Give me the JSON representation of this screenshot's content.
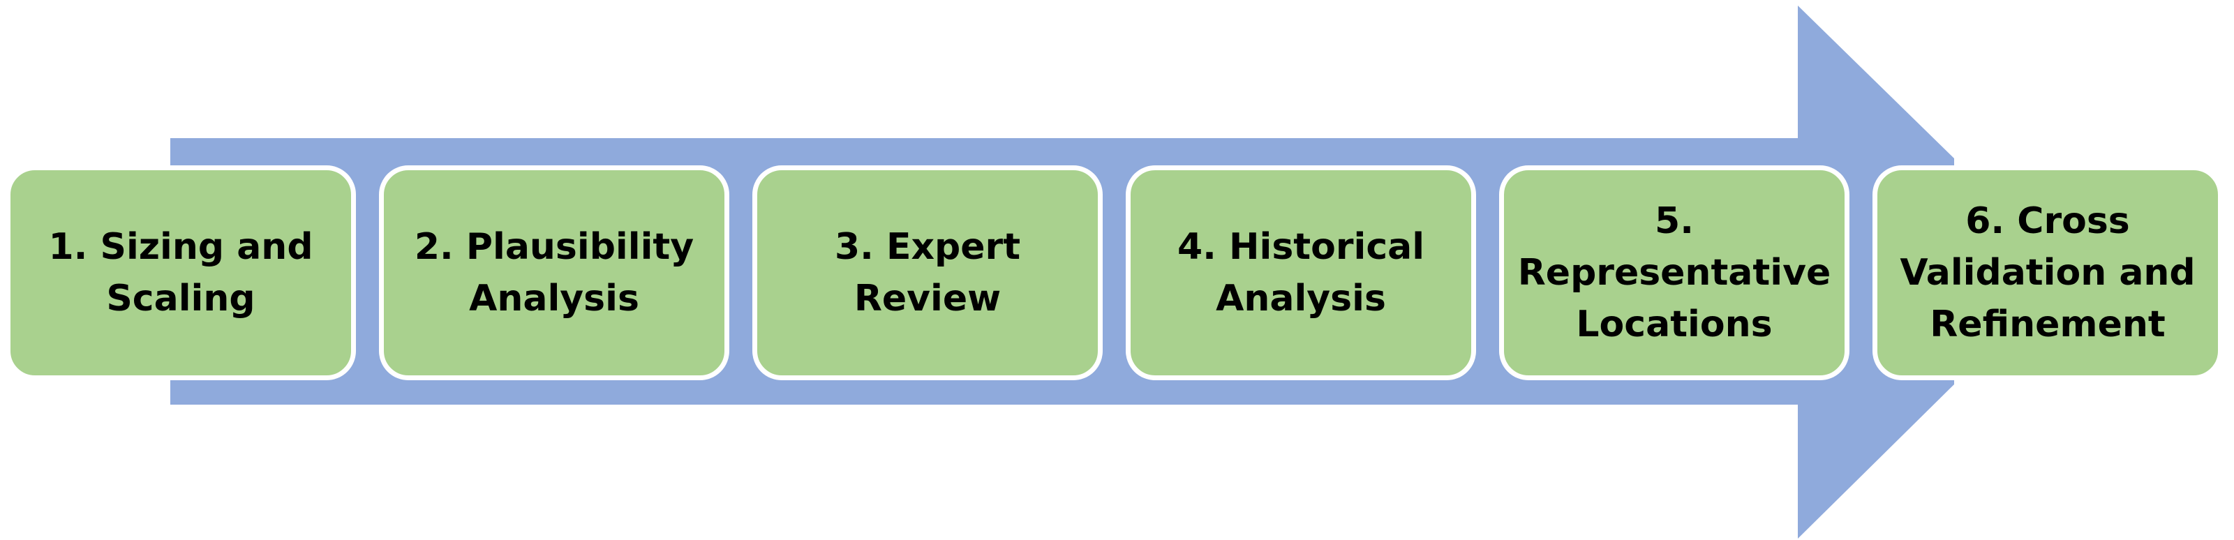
{
  "colors": {
    "arrow": "#8faadc",
    "step_fill": "#a9d18e",
    "step_border": "#ffffff",
    "text": "#000000"
  },
  "steps": [
    {
      "label": "1. Sizing and\nScaling"
    },
    {
      "label": "2. Plausibility\nAnalysis"
    },
    {
      "label": "3. Expert\nReview"
    },
    {
      "label": "4. Historical\nAnalysis"
    },
    {
      "label": "5.\nRepresentative\nLocations"
    },
    {
      "label": "6. Cross\nValidation and\nRefinement"
    }
  ]
}
